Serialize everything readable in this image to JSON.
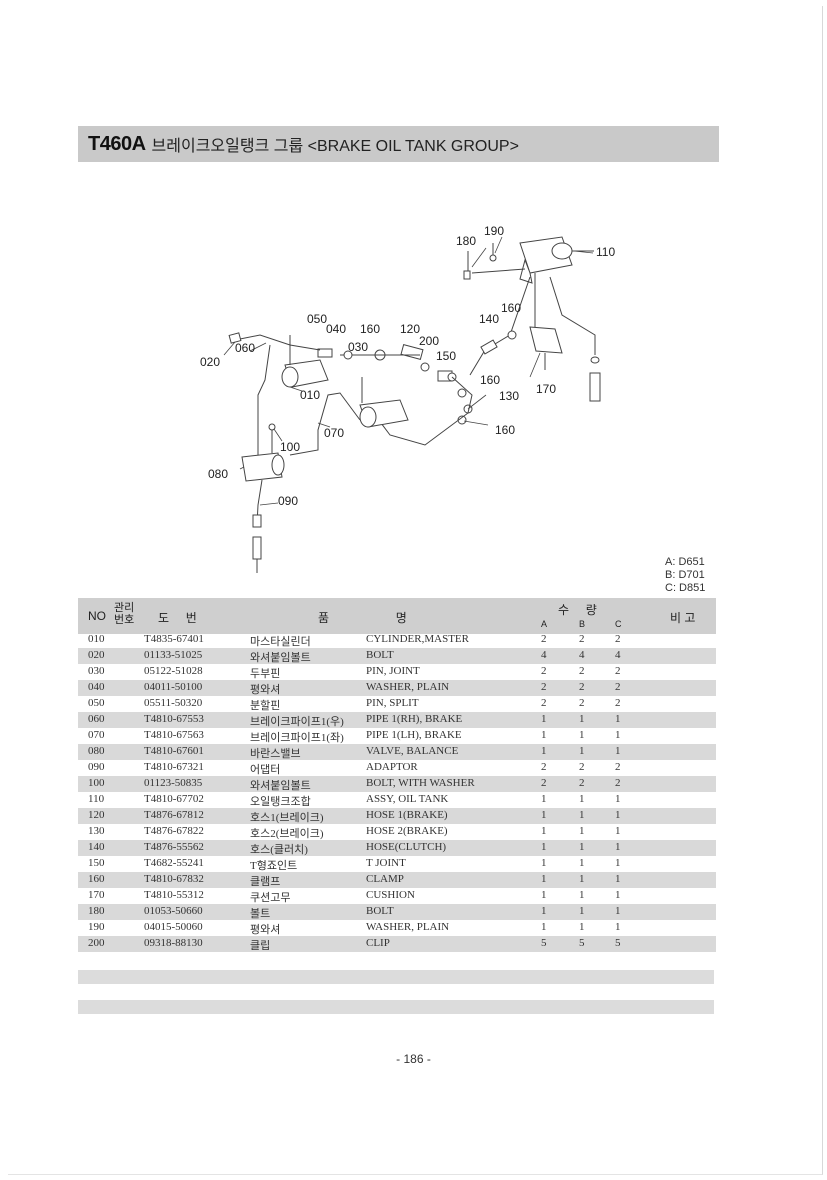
{
  "title": {
    "model": "T460A",
    "name": "브레이크오일탱크 그룹 <BRAKE OIL TANK GROUP>"
  },
  "diagram_labels": [
    "190",
    "180",
    "110",
    "050",
    "040",
    "160",
    "120",
    "140",
    "160",
    "020",
    "060",
    "030",
    "200",
    "150",
    "160",
    "130",
    "170",
    "010",
    "070",
    "160",
    "100",
    "080",
    "090"
  ],
  "legend": [
    "A: D651",
    "B: D701",
    "C: D851"
  ],
  "table": {
    "headers": {
      "no": "NO",
      "mgmt_top": "관리",
      "mgmt_bottom": "번호",
      "part_number": "도     번",
      "name": "품                    명",
      "qty": "수     량",
      "qty_a": "A",
      "qty_b": "B",
      "qty_c": "C",
      "remarks": "비 고"
    },
    "rows": [
      {
        "no": "010",
        "part": "T4835-67401",
        "kr": "마스타실린더",
        "en": "CYLINDER,MASTER",
        "a": "2",
        "b": "2",
        "c": "2"
      },
      {
        "no": "020",
        "part": "01133-51025",
        "kr": "와셔붙임볼트",
        "en": "BOLT",
        "a": "4",
        "b": "4",
        "c": "4"
      },
      {
        "no": "030",
        "part": "05122-51028",
        "kr": "두부핀",
        "en": "PIN, JOINT",
        "a": "2",
        "b": "2",
        "c": "2"
      },
      {
        "no": "040",
        "part": "04011-50100",
        "kr": "평와셔",
        "en": "WASHER, PLAIN",
        "a": "2",
        "b": "2",
        "c": "2"
      },
      {
        "no": "050",
        "part": "05511-50320",
        "kr": "분할핀",
        "en": "PIN, SPLIT",
        "a": "2",
        "b": "2",
        "c": "2"
      },
      {
        "no": "060",
        "part": "T4810-67553",
        "kr": "브레이크파이프1(우)",
        "en": "PIPE 1(RH), BRAKE",
        "a": "1",
        "b": "1",
        "c": "1"
      },
      {
        "no": "070",
        "part": "T4810-67563",
        "kr": "브레이크파이프1(좌)",
        "en": "PIPE 1(LH), BRAKE",
        "a": "1",
        "b": "1",
        "c": "1"
      },
      {
        "no": "080",
        "part": "T4810-67601",
        "kr": "바란스밸브",
        "en": "VALVE, BALANCE",
        "a": "1",
        "b": "1",
        "c": "1"
      },
      {
        "no": "090",
        "part": "T4810-67321",
        "kr": "어댑터",
        "en": "ADAPTOR",
        "a": "2",
        "b": "2",
        "c": "2"
      },
      {
        "no": "100",
        "part": "01123-50835",
        "kr": "와셔붙임볼트",
        "en": "BOLT, WITH WASHER",
        "a": "2",
        "b": "2",
        "c": "2"
      },
      {
        "no": "110",
        "part": "T4810-67702",
        "kr": "오일탱크조합",
        "en": "ASSY, OIL TANK",
        "a": "1",
        "b": "1",
        "c": "1"
      },
      {
        "no": "120",
        "part": "T4876-67812",
        "kr": "호스1(브레이크)",
        "en": "HOSE 1(BRAKE)",
        "a": "1",
        "b": "1",
        "c": "1"
      },
      {
        "no": "130",
        "part": "T4876-67822",
        "kr": "호스2(브레이크)",
        "en": "HOSE 2(BRAKE)",
        "a": "1",
        "b": "1",
        "c": "1"
      },
      {
        "no": "140",
        "part": "T4876-55562",
        "kr": "호스(클러치)",
        "en": "HOSE(CLUTCH)",
        "a": "1",
        "b": "1",
        "c": "1"
      },
      {
        "no": "150",
        "part": "T4682-55241",
        "kr": "T형죠인트",
        "en": "T JOINT",
        "a": "1",
        "b": "1",
        "c": "1"
      },
      {
        "no": "160",
        "part": "T4810-67832",
        "kr": "클램프",
        "en": "CLAMP",
        "a": "1",
        "b": "1",
        "c": "1"
      },
      {
        "no": "170",
        "part": "T4810-55312",
        "kr": "쿠션고무",
        "en": "CUSHION",
        "a": "1",
        "b": "1",
        "c": "1"
      },
      {
        "no": "180",
        "part": "01053-50660",
        "kr": "볼트",
        "en": "BOLT",
        "a": "1",
        "b": "1",
        "c": "1"
      },
      {
        "no": "190",
        "part": "04015-50060",
        "kr": "평와셔",
        "en": "WASHER, PLAIN",
        "a": "1",
        "b": "1",
        "c": "1"
      },
      {
        "no": "200",
        "part": "09318-88130",
        "kr": "클립",
        "en": "CLIP",
        "a": "5",
        "b": "5",
        "c": "5"
      }
    ]
  },
  "page_number": "- 186 -"
}
